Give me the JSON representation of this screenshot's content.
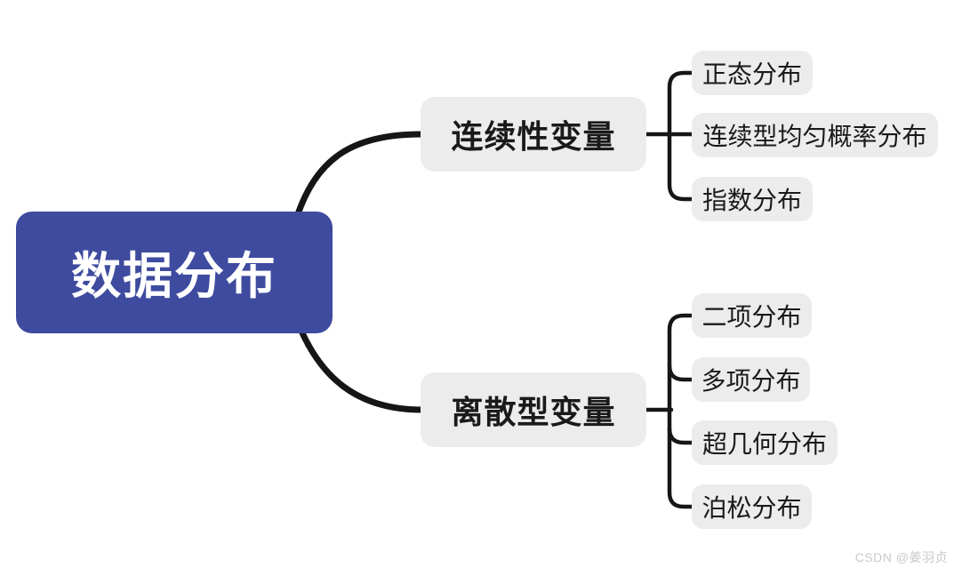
{
  "colors": {
    "canvas_bg": "#FFFFFF",
    "root_bg": "#3E4B9F",
    "root_text": "#FFFFFF",
    "node_bg": "#ECECEC",
    "node_text": "#1A1A1A",
    "connector": "#161616",
    "watermark": "#C9C9C9"
  },
  "mindmap": {
    "root": {
      "label": "数据分布"
    },
    "branches": [
      {
        "label": "连续性变量",
        "children": [
          {
            "label": "正态分布"
          },
          {
            "label": "连续型均匀概率分布"
          },
          {
            "label": "指数分布"
          }
        ]
      },
      {
        "label": "离散型变量",
        "children": [
          {
            "label": "二项分布"
          },
          {
            "label": "多项分布"
          },
          {
            "label": "超几何分布"
          },
          {
            "label": "泊松分布"
          }
        ]
      }
    ]
  },
  "watermark": "CSDN @姜羽贞"
}
